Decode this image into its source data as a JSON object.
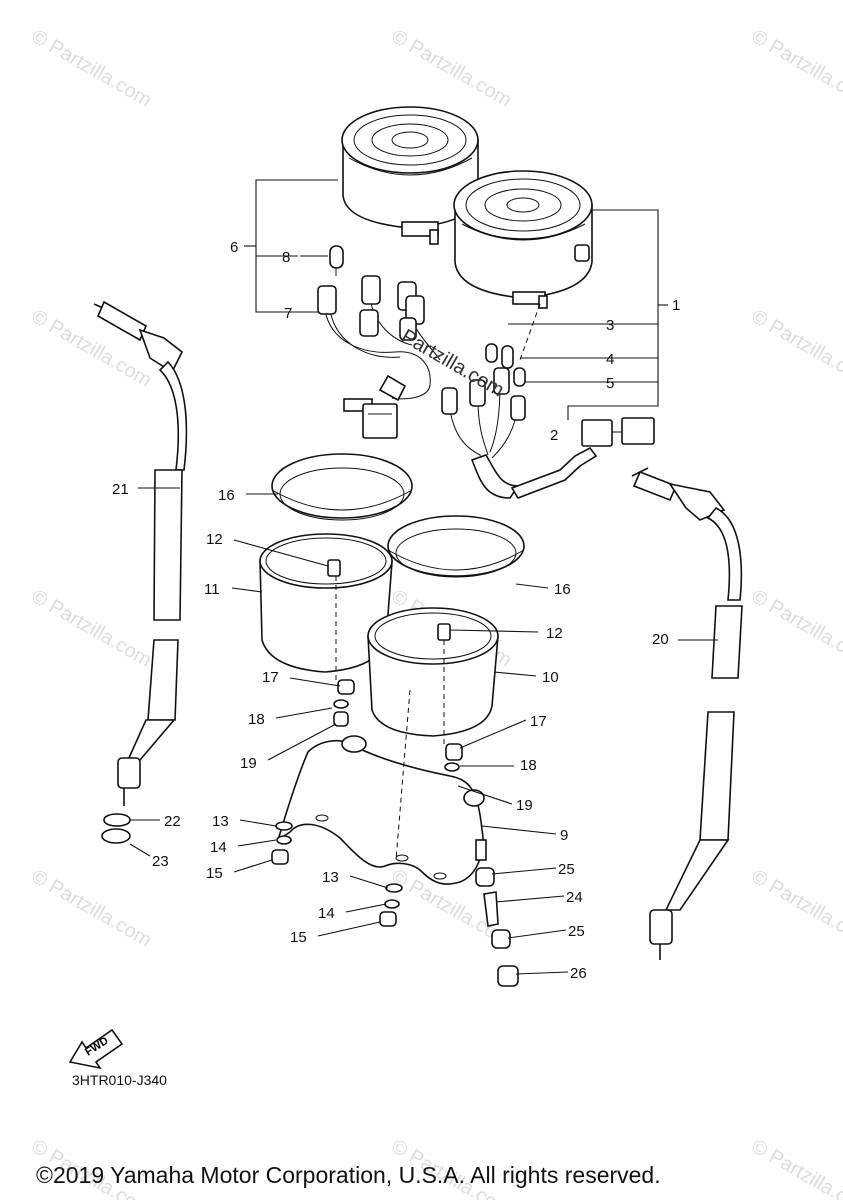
{
  "watermark": "© Partzilla.com",
  "center_watermark": "Partzilla.com",
  "fwd_label": "FWD",
  "drawing_code": "3HTR010-J340",
  "copyright": "©2019 Yamaha Motor Corporation, U.S.A. All rights reserved.",
  "callouts": {
    "c1": "1",
    "c2": "2",
    "c3": "3",
    "c4": "4",
    "c5": "5",
    "c6": "6",
    "c7": "7",
    "c8": "8",
    "c9": "9",
    "c10": "10",
    "c11": "11",
    "c12a": "12",
    "c12b": "12",
    "c13a": "13",
    "c13b": "13",
    "c14a": "14",
    "c14b": "14",
    "c15a": "15",
    "c15b": "15",
    "c16a": "16",
    "c16b": "16",
    "c17a": "17",
    "c17b": "17",
    "c18a": "18",
    "c18b": "18",
    "c19a": "19",
    "c19b": "19",
    "c20": "20",
    "c21": "21",
    "c22": "22",
    "c23": "23",
    "c24": "24",
    "c25a": "25",
    "c25b": "25",
    "c26": "26"
  }
}
